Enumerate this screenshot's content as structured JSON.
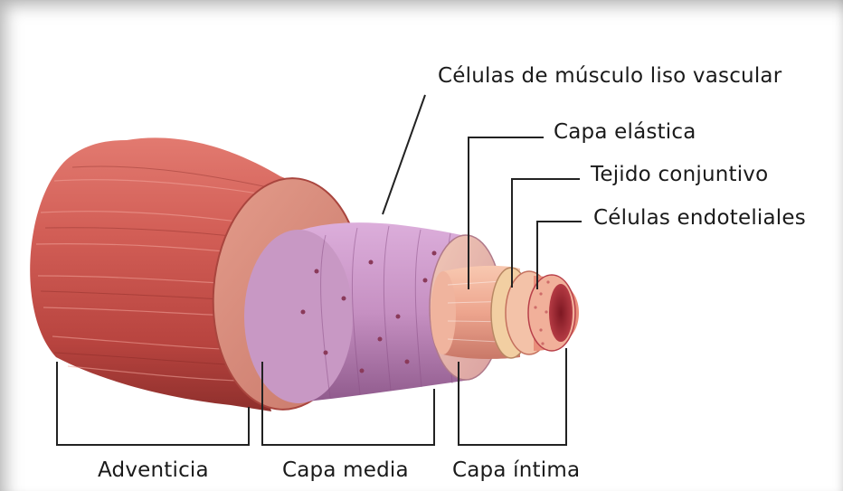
{
  "labels": {
    "smooth_muscle": "Células de músculo liso vascular",
    "elastic_layer": "Capa elástica",
    "connective_tissue": "Tejido conjuntivo",
    "endothelial_cells": "Células endoteliales",
    "adventitia": "Adventicia",
    "tunica_media": "Capa media",
    "tunica_intima": "Capa íntima"
  },
  "colors": {
    "adventitia": "#c9574f",
    "adventitia_dark": "#8e2f2c",
    "media": "#c68fbc",
    "media_dark": "#8a4f86",
    "intima": "#eba38c",
    "lumen": "#b0303a",
    "line": "#222222"
  }
}
